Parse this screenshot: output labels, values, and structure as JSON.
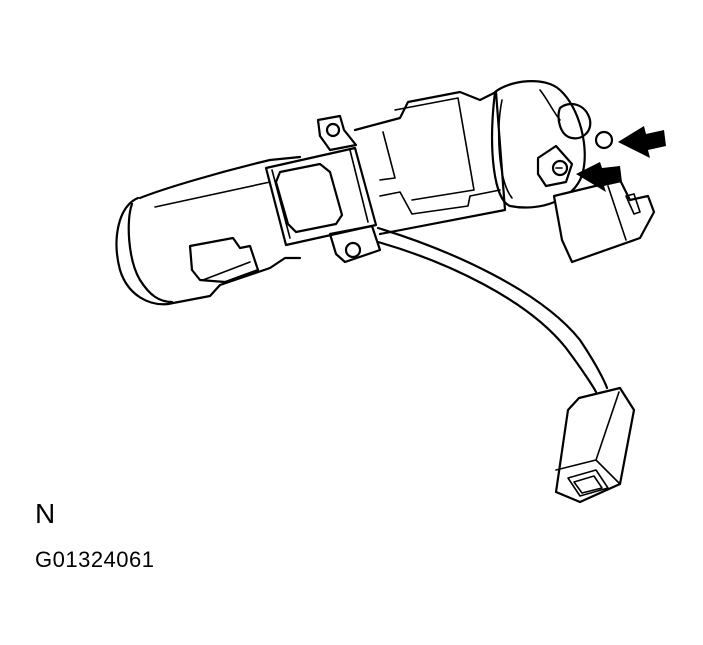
{
  "figure": {
    "description": "Ignition key cylinder / switch assembly with wire harness and connector; arrows point to two mounting screws",
    "callouts": [
      {
        "type": "arrow",
        "target": "upper-screw"
      },
      {
        "type": "arrow",
        "target": "lower-screw"
      }
    ]
  },
  "labels": {
    "orientation": "N",
    "figure_code": "G01324061"
  },
  "colors": {
    "line": "#000000",
    "background": "#ffffff"
  }
}
